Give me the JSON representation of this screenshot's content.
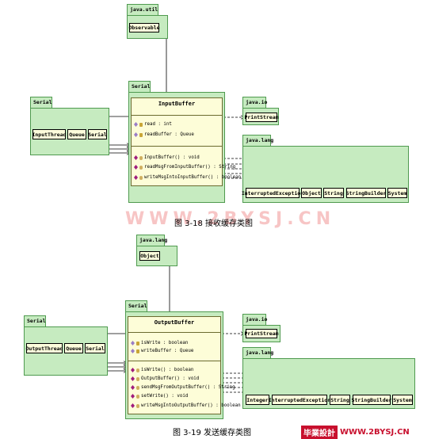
{
  "diagram1": {
    "util_pkg": "java.util",
    "observable": "Observable",
    "serial_left_pkg": "Serial",
    "input_thread": "InputThread",
    "queue": "Queue",
    "serial_cls": "Serial",
    "serial_main_pkg": "Serial",
    "class_name": "InputBuffer",
    "attrs": [
      "read : int",
      "readBuffer : Queue"
    ],
    "ops": [
      "InputBuffer() : void",
      "readMsgFromInputBuffer() : String",
      "writeMsgIntoInputBuffer() : boolean"
    ],
    "io_pkg": "java.io",
    "print_stream": "PrintStream",
    "lang_pkg": "java.lang",
    "lang_items": [
      "InterruptedException",
      "Object",
      "String",
      "StringBuilder",
      "System"
    ]
  },
  "caption1": "图 3-18  接收缓存类图",
  "watermark": "WWW.2BYSJ.CN",
  "diagram2": {
    "lang_top_pkg": "java.lang",
    "object": "Object",
    "serial_left_pkg": "Serial",
    "output_thread": "OutputThread",
    "queue": "Queue",
    "serial_cls": "Serial",
    "serial_main_pkg": "Serial",
    "class_name": "OutputBuffer",
    "attrs": [
      "isWrite : boolean",
      "writeBuffer : Queue"
    ],
    "ops": [
      "isWrite() : boolean",
      "OutputBuffer() : void",
      "sendMsgFromOutputBuffer() : String",
      "setWrite() : void",
      "writeMsgIntoOutputBuffer() : boolean"
    ],
    "io_pkg": "java.io",
    "print_stream": "PrintStream",
    "lang_pkg": "java.lang",
    "lang_items": [
      "Integer",
      "InterruptedException",
      "String",
      "StringBuilder",
      "System"
    ]
  },
  "caption2": "图 3-19  发送缓存类图",
  "logo": {
    "cn": "毕業設計",
    "en": "WWW.2BYSJ.CN"
  }
}
